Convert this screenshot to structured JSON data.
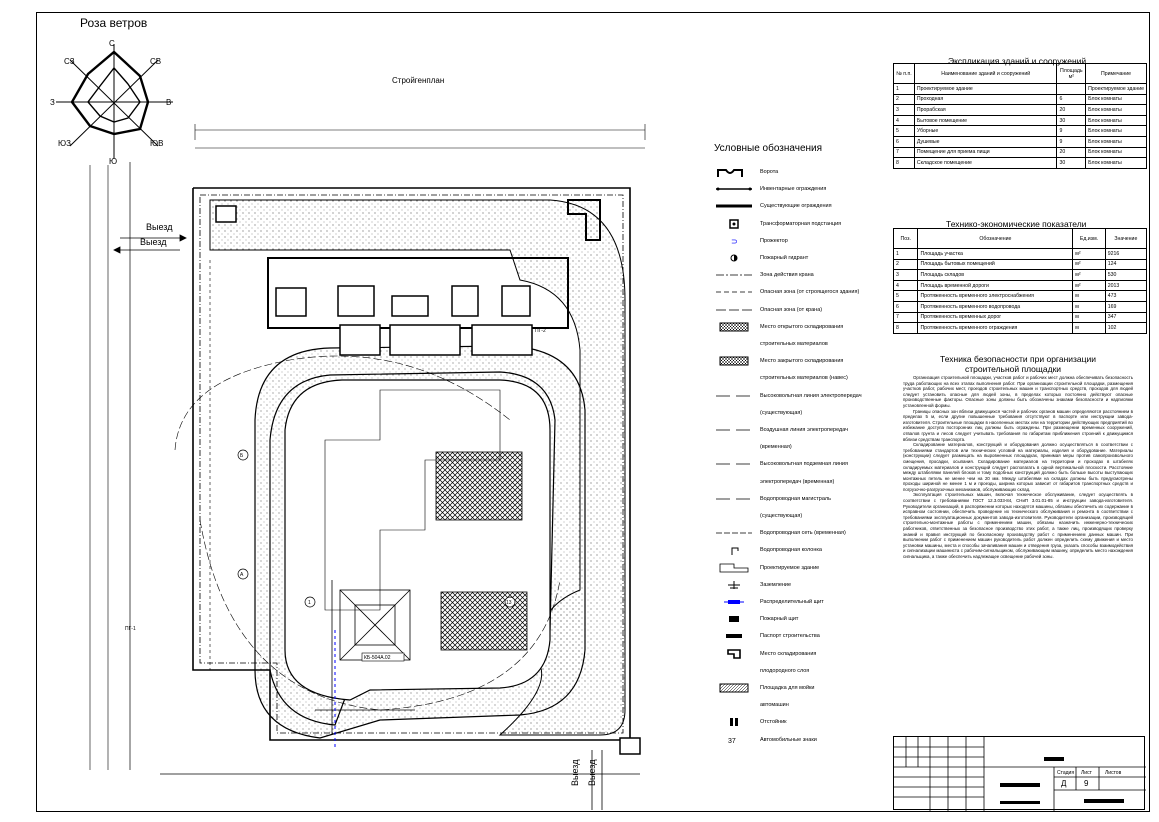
{
  "windrose": {
    "title": "Роза ветров",
    "dirs": {
      "n": "С",
      "ne": "СВ",
      "e": "В",
      "se": "ЮВ",
      "s": "Ю",
      "sw": "ЮЗ",
      "w": "З",
      "nw": "СЗ"
    }
  },
  "plan": {
    "title": "Стройгенплан",
    "exit_left_1": "Выезд",
    "exit_left_2": "Выезд",
    "exit_bottom_1": "Выезд",
    "exit_bottom_2": "Выезд",
    "labels": {
      "pg1": "ПГ-1",
      "pg2": "ПГ-2",
      "crane": "КБ-504А.02",
      "axis_b": "Б",
      "axis_a": "А",
      "axis_1": "1",
      "axis_13": "13"
    }
  },
  "legend": {
    "title": "Условные обозначения",
    "items": [
      "Ворота",
      "Инвентарные ограждения",
      "Существующие ограждения",
      "Трансформаторная подстанция",
      "Прожектор",
      "Пожарный гидрант",
      "Зона действия крана",
      "Опасная зона (от строящегося здания)",
      "Опасная зона (от крана)",
      "Место открытого складирования",
      "строительных материалов",
      "Место закрытого складирования",
      "строительных материалов (навес)",
      "Высоковольтная линия электропередач",
      "(существующая)",
      "Воздушная линия электропередач",
      "(временная)",
      "Высоковольтная подземная линия",
      "электропередач (временная)",
      "Водопроводная магистраль",
      "(существующая)",
      "Водопроводная сеть (временная)",
      "Водопроводная колонка",
      "Проектируемое здание",
      "Заземление",
      "Распределительный щит",
      "Пожарный щит",
      "Паспорт строительства",
      "Место складирования",
      "плодородного слоя",
      "Площадка для мойки",
      "автомашин",
      "Отстойник",
      "Автомобильные знаки"
    ]
  },
  "explication": {
    "title": "Экспликация зданий и сооружений",
    "headers": [
      "№ п.п.",
      "Наименование зданий и сооружений",
      "Площадь м²",
      "Примечание"
    ],
    "rows": [
      [
        "1",
        "Проектируемое здание",
        "",
        "Проектируемое здание"
      ],
      [
        "2",
        "Проходная",
        "6",
        "Блок комнаты"
      ],
      [
        "3",
        "Прорабская",
        "20",
        "Блок комнаты"
      ],
      [
        "4",
        "Бытовое помещение",
        "30",
        "Блок комнаты"
      ],
      [
        "5",
        "Уборные",
        "9",
        "Блок комнаты"
      ],
      [
        "6",
        "Душевые",
        "9",
        "Блок комнаты"
      ],
      [
        "7",
        "Помещение для приема пищи",
        "20",
        "Блок комнаты"
      ],
      [
        "8",
        "Складское помещение",
        "30",
        "Блок комнаты"
      ]
    ]
  },
  "tep": {
    "title": "Технико-экономические показатели",
    "headers": [
      "Поз.",
      "Обозначение",
      "Ед.изм.",
      "Значение"
    ],
    "rows": [
      [
        "1",
        "Площадь участка",
        "м²",
        "9216"
      ],
      [
        "2",
        "Площадь бытовых помещений",
        "м²",
        "124"
      ],
      [
        "3",
        "Площадь складов",
        "м²",
        "530"
      ],
      [
        "4",
        "Площадь временной дороги",
        "м²",
        "2013"
      ],
      [
        "5",
        "Протяженность временного электроснабжения",
        "м",
        "473"
      ],
      [
        "6",
        "Протяженность временного водопровода",
        "м",
        "169"
      ],
      [
        "7",
        "Протяженность временных дорог",
        "м",
        "347"
      ],
      [
        "8",
        "Протяженность временного ограждения",
        "м",
        "102"
      ]
    ]
  },
  "safety": {
    "title_1": "Техника безопасности при организации",
    "title_2": "строительной площадки",
    "paragraphs": [
      "Организация строительной площадки, участков работ и рабочих мест должна обеспечивать безопасность труда работающих на всех этапах выполнения работ. При организации строительной площадки, размещения участков работ, рабочих мест, проездов строительных машин и транспортных средств, проходов для людей следует установить опасные для людей зоны, в пределах которых постоянно действуют опасные производственные факторы. Опасные зоны должны быть обозначены знаками безопасности и надписями установленной формы.",
      "Границы опасных зон вблизи движущихся частей и рабочих органов машин определяются расстоянием в пределах 5 м, если другие повышенные требования отсутствуют в паспорте или инструкции завода-изготовителя. Строительные площадки в населенных местах или на территории действующих предприятий во избежание доступа посторонних лиц должны быть ограждены. При размещении временных сооружений, отвалов грунта и лесов следует учитывать требования по габаритам приближения строений к движущимся вблизи средствам транспорта.",
      "Складирование материалов, конструкций и оборудования должно осуществляться в соответствии с требованиями стандартов или технических условий на материалы, изделия и оборудование. Материалы (конструкции) следует размещать на выровненных площадках, принимая меры против самопроизвольного смещения, просадки, осыпания. Складирование материалов на территории и проходах в штабелях складируемых материалов и конструкций следует располагать в одной вертикальной плоскости. Расстояние между штабелями панелей блоков и тому подобных конструкций должно быть больше высоты выступающих монтажных петель не менее чем на 20 мм. Между штабелями на складах должны быть предусмотрены проходы шириной не менее 1 м и проезды, ширина которых зависит от габаритов транспортных средств и погрузочно-разгрузочных механизмов, обслуживающих склад.",
      "Эксплуатация строительных машин, включая техническое обслуживание, следует осуществлять в соответствии с требованиями ГОСТ 12.3.033-84, СНиП 3.01.01-85 и инструкции завода-изготовителя. Руководители организаций, в распоряжении которых находятся машины, обязаны обеспечить их содержание в исправном состоянии, обеспечить проведение их технического обслуживания и ремонта в соответствии с требованиями эксплуатационных документов завода-изготовителя. Руководители организации, производящей строительно-монтажные работы с применением машин, обязаны назначить инженерно-технических работников, ответственных за безопасное производство этих работ, а также лиц, производящих проверку знаний и правил инструкций по безопасному производству работ с применением данных машин. При выполнении работ с применением машин руководитель работ должен определить схему движения и место установки машины, места и способы зачаливания машин и отведения груза, указать способы взаимодействия и сигнализации машиниста с рабочим-сигнальщиком, обслуживающим машину, определить место нахождения сигнальщика, а также обеспечить надлежащее освещение рабочей зоны."
    ]
  },
  "stamp": {
    "letter": "Д",
    "sheet": "9",
    "col_stage": "Стадия",
    "col_sheet": "Лист",
    "col_sheets": "Листов"
  }
}
